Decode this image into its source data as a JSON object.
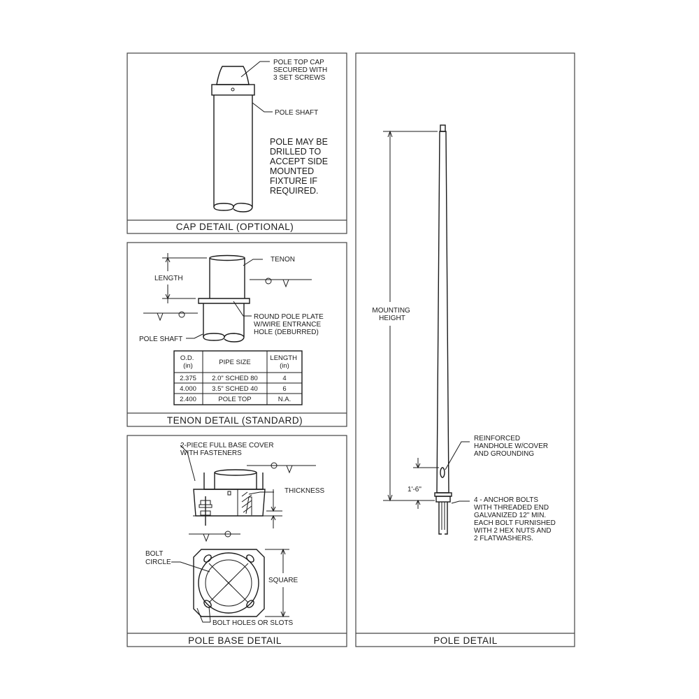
{
  "cap_detail": {
    "title": "CAP DETAIL (OPTIONAL)",
    "top_cap_label": [
      "POLE TOP CAP",
      "SECURED WITH",
      "3 SET SCREWS"
    ],
    "shaft_label": "POLE SHAFT",
    "note": [
      "POLE MAY BE",
      "DRILLED TO",
      "ACCEPT SIDE",
      "MOUNTED",
      "FIXTURE IF",
      "REQUIRED."
    ]
  },
  "tenon_detail": {
    "title": "TENON DETAIL (STANDARD)",
    "tenon_label": "TENON",
    "length_label": "LENGTH",
    "plate_label": [
      "ROUND POLE PLATE",
      "W/WIRE ENTRANCE",
      "HOLE (DEBURRED)"
    ],
    "shaft_label": "POLE SHAFT",
    "table": {
      "headers": [
        [
          "O.D.",
          "(in)"
        ],
        [
          "PIPE SIZE"
        ],
        [
          "LENGTH",
          "(in)"
        ]
      ],
      "rows": [
        [
          "2.375",
          "2.0\" SCHED 80",
          "4"
        ],
        [
          "4.000",
          "3.5\" SCHED 40",
          "6"
        ],
        [
          "2.400",
          "POLE TOP",
          "N.A."
        ]
      ]
    }
  },
  "pole_base_detail": {
    "title": "POLE BASE DETAIL",
    "cover_label": [
      "2-PIECE FULL BASE COVER",
      "WITH FASTENERS"
    ],
    "thickness_label": "THICKNESS",
    "bolt_circle_label": [
      "BOLT",
      "CIRCLE"
    ],
    "square_label": "SQUARE",
    "bolt_holes_label": "BOLT HOLES OR SLOTS"
  },
  "pole_detail": {
    "title": "POLE DETAIL",
    "mounting_height_label": [
      "MOUNTING",
      "HEIGHT"
    ],
    "handhole_label": [
      "REINFORCED",
      "HANDHOLE W/COVER",
      "AND GROUNDING"
    ],
    "handhole_dim": "1'-6\"",
    "anchor_label": [
      "4 - ANCHOR BOLTS",
      "WITH THREADED END",
      "GALVANIZED 12\" MIN.",
      "EACH BOLT FURNISHED",
      "WITH 2 HEX NUTS AND",
      "2 FLATWASHERS."
    ]
  }
}
